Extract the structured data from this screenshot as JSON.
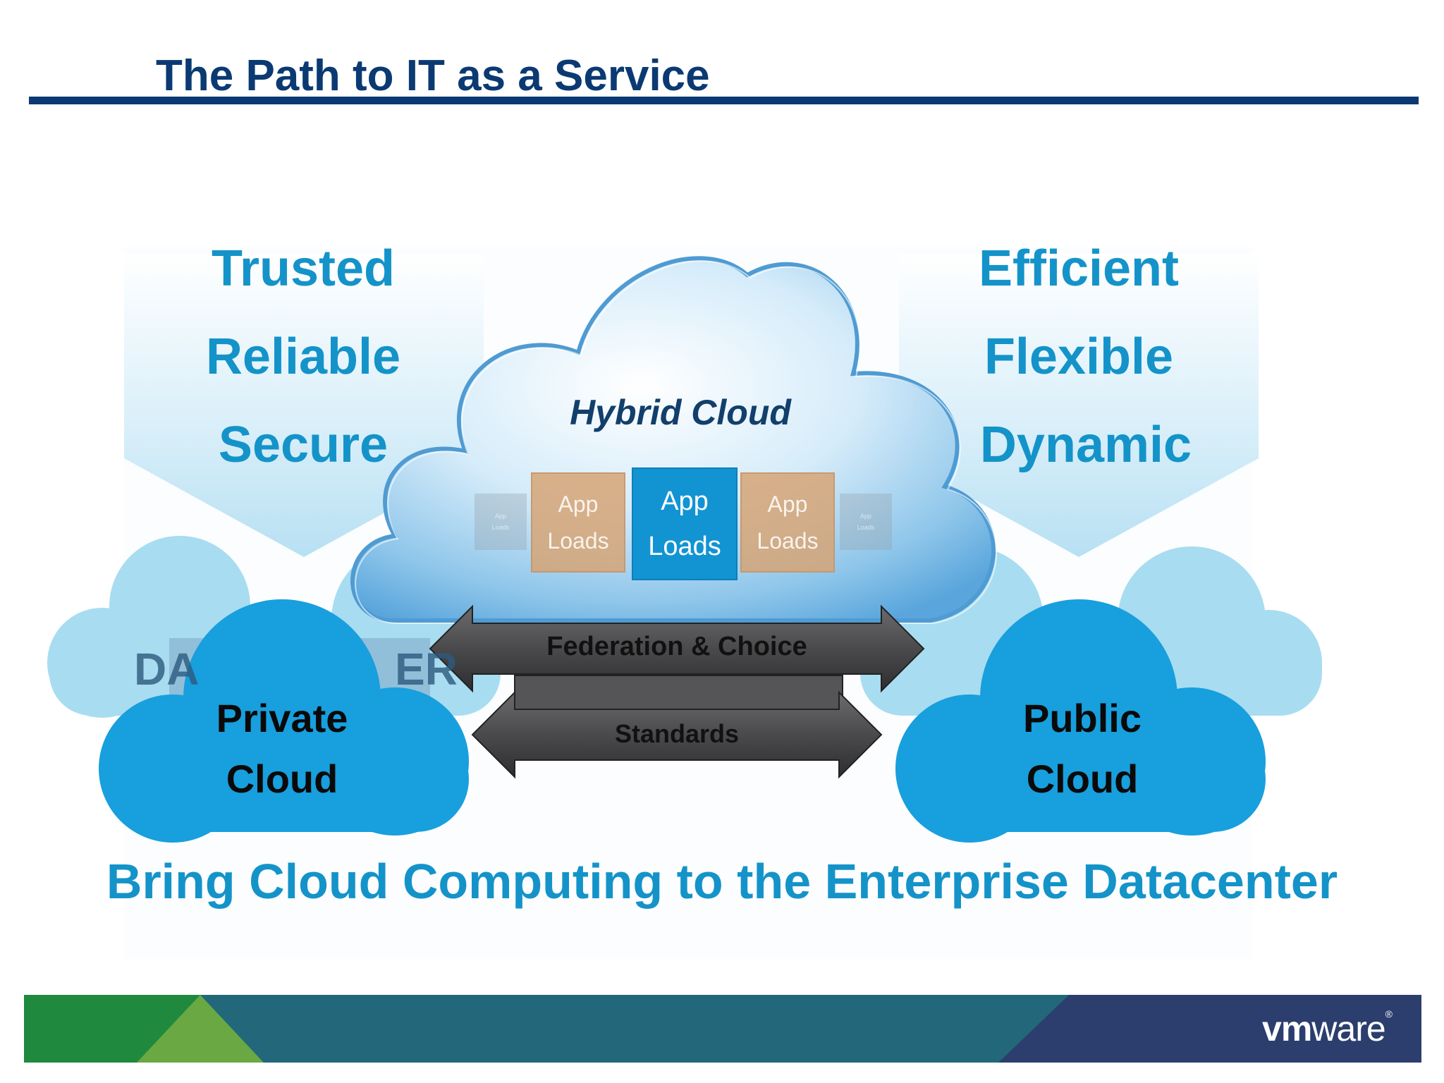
{
  "slide": {
    "title": "The Path to IT as a Service",
    "tagline": "Bring Cloud Computing to the Enterprise Datacenter"
  },
  "left_attributes": [
    "Trusted",
    "Reliable",
    "Secure"
  ],
  "right_attributes": [
    "Efficient",
    "Flexible",
    "Dynamic"
  ],
  "hybrid_cloud": {
    "label": "Hybrid Cloud",
    "app_loads": {
      "main": {
        "line1": "App",
        "line2": "Loads"
      },
      "left": {
        "line1": "App",
        "line2": "Loads"
      },
      "right": {
        "line1": "App",
        "line2": "Loads"
      },
      "tiny_left": {
        "line1": "App",
        "line2": "Loads"
      },
      "tiny_right": {
        "line1": "App",
        "line2": "Loads"
      }
    }
  },
  "arrows": {
    "top": "Federation & Choice",
    "bottom": "Standards"
  },
  "private_cloud": {
    "line1": "Private",
    "line2": "Cloud"
  },
  "public_cloud": {
    "line1": "Public",
    "line2": "Cloud"
  },
  "partially_hidden_text": {
    "left": "DA",
    "right": "ER"
  },
  "logo": {
    "vm": "vm",
    "ware": "ware",
    "mark": "®"
  },
  "colors": {
    "title": "#0b3a73",
    "accent_blue": "#1493c9",
    "cloud_blue": "#189fdd",
    "light_cloud": "#a8dcf1",
    "arrow_dark": "#4a4a4c",
    "footer_green": "#1f8a3e",
    "footer_teal": "#22687a",
    "footer_navy": "#2c3e6e"
  }
}
